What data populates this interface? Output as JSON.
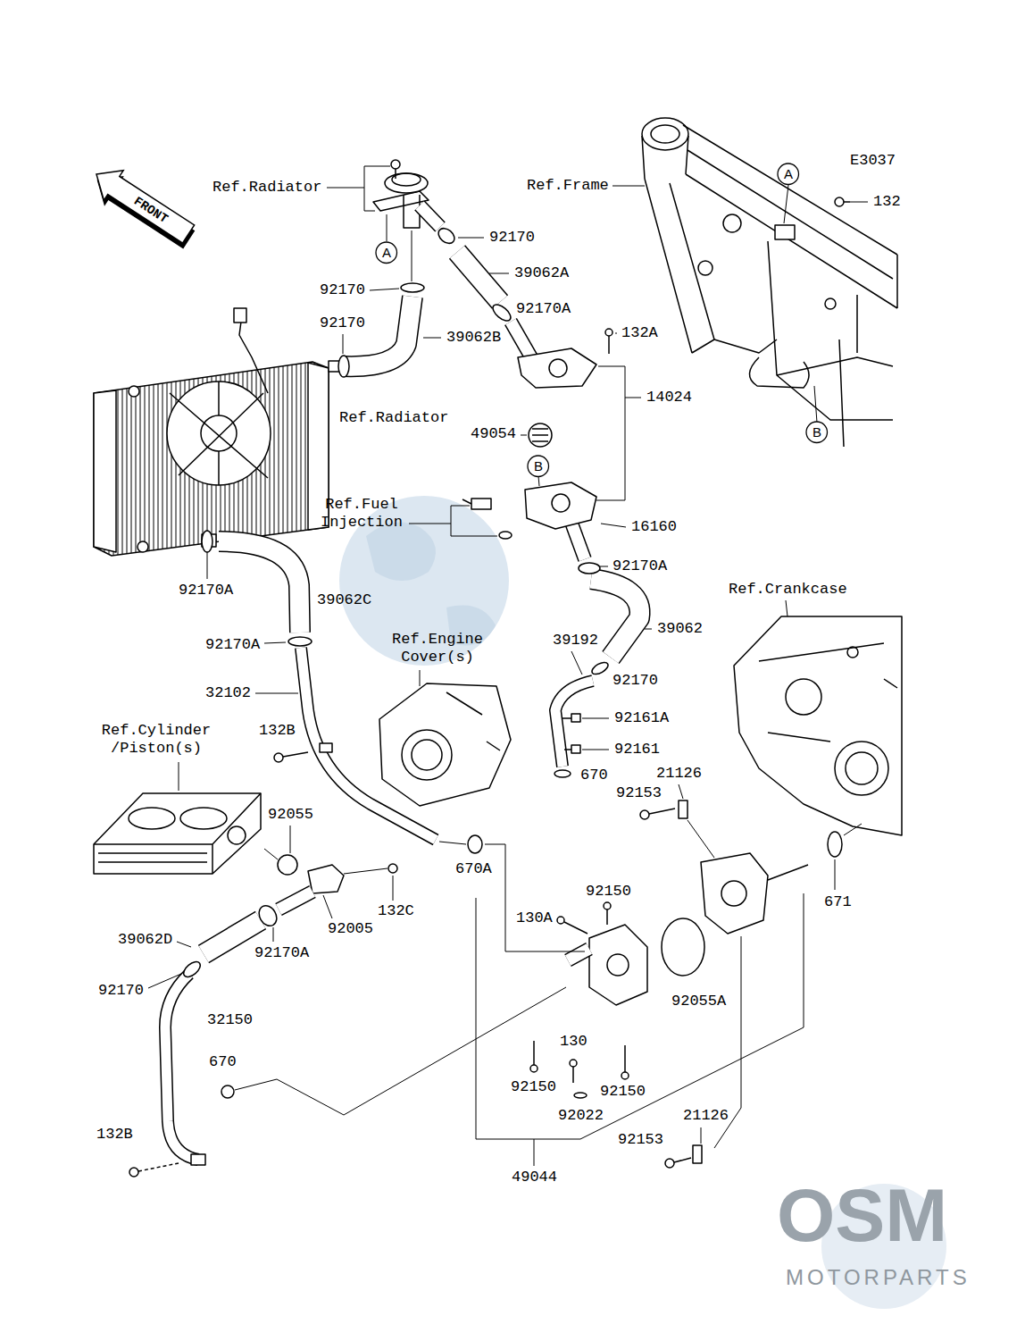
{
  "diagram": {
    "nodes": [
      {
        "text": [
          "A"
        ]
      },
      {
        "text": [
          "A"
        ]
      },
      {
        "text": [
          "B"
        ]
      },
      {
        "text": [
          "B"
        ]
      }
    ],
    "labels": [
      "E3037",
      "FRONT",
      "Ref.Radiator",
      "Ref.Frame",
      "132",
      "92170",
      "39062A",
      "92170",
      "92170A",
      "132A",
      "92170",
      "39062B",
      "Ref.Radiator",
      "14024",
      "49054",
      "Ref.Fuel Injection",
      "16160",
      "92170A",
      "Ref.Crankcase",
      "92170A",
      "39062C",
      "Ref.Engine Cover(s)",
      "39062",
      "92170A",
      "39192",
      "92170",
      "32102",
      "92161A",
      "132B",
      "92161",
      "Ref.Cylinder /Piston(s)",
      "670",
      "21126",
      "92153",
      "92055",
      "670A",
      "671",
      "132C",
      "92150",
      "130A",
      "92005",
      "39062D",
      "92170A",
      "92055A",
      "92170",
      "130",
      "32150",
      "92150",
      "92150",
      "670",
      "92022",
      "132B",
      "21126",
      "92153",
      "49044",
      "OSM",
      "MOTORPARTS"
    ]
  }
}
